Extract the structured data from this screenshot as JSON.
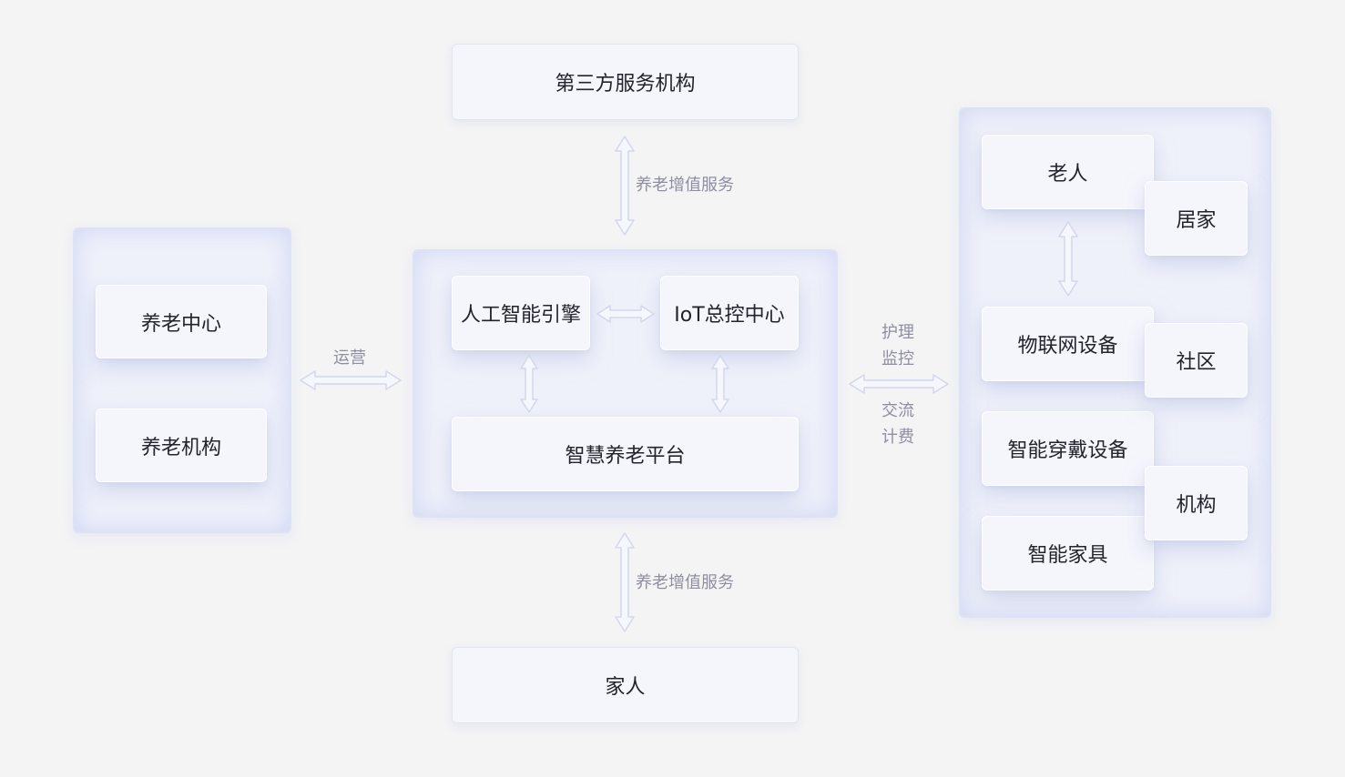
{
  "top_box": "第三方服务机构",
  "top_link_label": "养老增值服务",
  "bottom_box": "家人",
  "bottom_link_label": "养老增值服务",
  "left_panel": {
    "items": [
      "养老中心",
      "养老机构"
    ]
  },
  "left_link_label": "运营",
  "center_panel": {
    "ai_engine": "人工智能引擎",
    "iot_center": "IoT总控中心",
    "platform": "智慧养老平台"
  },
  "right_link_labels": {
    "top_line1": "护理",
    "top_line2": "监控",
    "bottom_line1": "交流",
    "bottom_line2": "计费"
  },
  "right_panel": {
    "elder": "老人",
    "devices": [
      "物联网设备",
      "智能穿戴设备",
      "智能家具"
    ],
    "settings": [
      "居家",
      "社区",
      "机构"
    ]
  },
  "colors": {
    "background": "#f4f4f5",
    "panel": "#eff1fa",
    "card": "#f5f6fc",
    "arrow": "#d2d7ee",
    "text": "#23232b",
    "muted_text": "#8e8ea2"
  }
}
